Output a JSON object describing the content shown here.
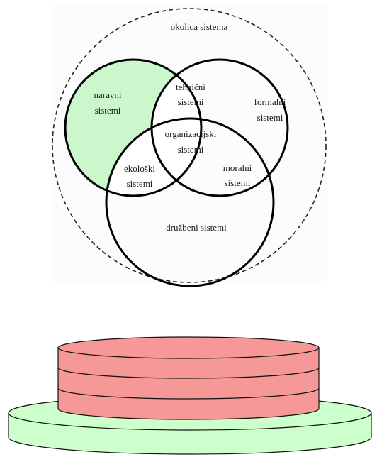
{
  "venn": {
    "outer_label": "okolica sistema",
    "labels": {
      "naravni_1": "naravni",
      "naravni_2": "sistemi",
      "tehnicni_1": "tehnični",
      "tehnicni_2": "sistemi",
      "formalni_1": "formalni",
      "formalni_2": "sistemi",
      "organizacijski_1": "organizacijski",
      "organizacijski_2": "sistemi",
      "ekoloski_1": "ekološki",
      "ekoloski_2": "sistemi",
      "moralni_1": "moralni",
      "moralni_2": "sistemi",
      "druzbeni": "družbeni sistemi"
    },
    "highlight_color": "#ccf7cc"
  },
  "stack": {
    "base_color": "#ccffcc",
    "layer_color": "#f79898",
    "layer_count": 3
  }
}
